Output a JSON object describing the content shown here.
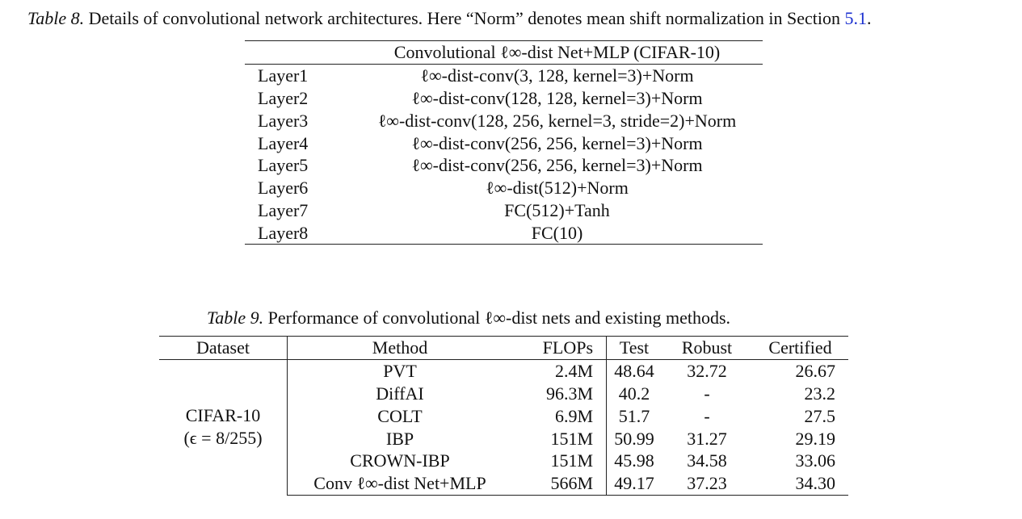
{
  "table8": {
    "caption_label": "Table 8.",
    "caption_text": " Details of convolutional network architectures. Here “Norm” denotes mean shift normalization in Section ",
    "caption_ref": "5.1",
    "caption_end": ".",
    "header": [
      "",
      "Convolutional ℓ∞-dist Net+MLP (CIFAR-10)"
    ],
    "rows": [
      [
        "Layer1",
        "ℓ∞-dist-conv(3, 128, kernel=3)+Norm"
      ],
      [
        "Layer2",
        "ℓ∞-dist-conv(128, 128, kernel=3)+Norm"
      ],
      [
        "Layer3",
        "ℓ∞-dist-conv(128, 256, kernel=3, stride=2)+Norm"
      ],
      [
        "Layer4",
        "ℓ∞-dist-conv(256, 256, kernel=3)+Norm"
      ],
      [
        "Layer5",
        "ℓ∞-dist-conv(256, 256, kernel=3)+Norm"
      ],
      [
        "Layer6",
        "ℓ∞-dist(512)+Norm"
      ],
      [
        "Layer7",
        "FC(512)+Tanh"
      ],
      [
        "Layer8",
        "FC(10)"
      ]
    ]
  },
  "table9": {
    "caption_label": "Table 9.",
    "caption_text": " Performance of convolutional ℓ∞-dist nets and existing methods.",
    "header": [
      "Dataset",
      "Method",
      "FLOPs",
      "Test",
      "Robust",
      "Certified"
    ],
    "dataset_line1": "CIFAR-10",
    "dataset_line2": "(ϵ = 8/255)",
    "rows": [
      [
        "PVT",
        "2.4M",
        "48.64",
        "32.72",
        "26.67"
      ],
      [
        "DiffAI",
        "96.3M",
        "40.2",
        "-",
        "23.2"
      ],
      [
        "COLT",
        "6.9M",
        "51.7",
        "-",
        "27.5"
      ],
      [
        "IBP",
        "151M",
        "50.99",
        "31.27",
        "29.19"
      ],
      [
        "CROWN-IBP",
        "151M",
        "45.98",
        "34.58",
        "33.06"
      ],
      [
        "Conv ℓ∞-dist Net+MLP",
        "566M",
        "49.17",
        "37.23",
        "34.30"
      ]
    ]
  }
}
